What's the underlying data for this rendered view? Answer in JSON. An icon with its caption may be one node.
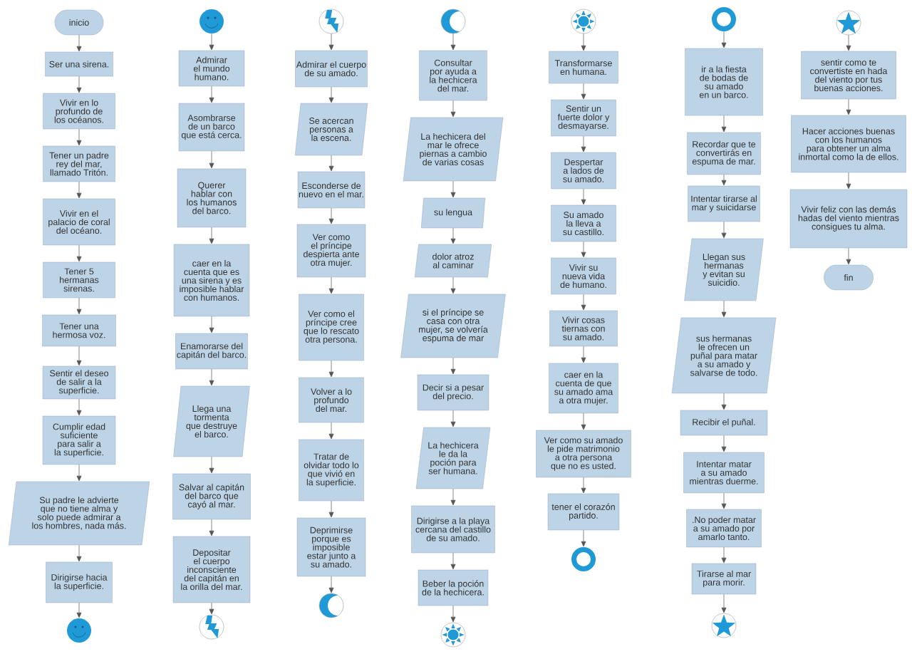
{
  "diagram": {
    "nodes": [
      {
        "text": [
          "inicio"
        ]
      },
      {
        "text": [
          "Ser una sirena."
        ]
      },
      {
        "text": [
          "Vivir en lo profundo de los océanos."
        ]
      },
      {
        "text": [
          "Tener un padre rey del mar, llamado Tritón."
        ]
      },
      {
        "text": [
          "Vivir en el palacio de coral del océano."
        ]
      },
      {
        "text": [
          "Tener 5 hermanas sirenas."
        ]
      },
      {
        "text": [
          "Tener una hermosa voz."
        ]
      },
      {
        "text": [
          "Sentir el deseo de salir a la superficie."
        ]
      },
      {
        "text": [
          "Cumplir edad suficiente para salir a la superficie."
        ]
      },
      {
        "text": [
          "Su padre le advierte que no tiene alma y solo puede admirar a los hombres, nada más."
        ]
      },
      {
        "text": [
          "Dirigirse hacia la superficie."
        ]
      },
      {
        "text": [],
        "shape": "smiley"
      },
      {
        "text": [],
        "shape": "smiley"
      },
      {
        "text": [
          "Admirar el mundo humano."
        ]
      },
      {
        "text": [
          "Asombrarse de un barco que está cerca."
        ]
      },
      {
        "text": [
          "Querer hablar con los humanos del barco."
        ]
      },
      {
        "text": [
          "caer en la cuenta que es una sirena y es imposible hablar con humanos."
        ]
      },
      {
        "text": [
          "Enamorarse del capitán del barco."
        ]
      },
      {
        "text": [
          "Llega una tormenta que destruye el barco."
        ]
      },
      {
        "text": [
          "Salvar al capitán del barco que cayó al mar."
        ]
      },
      {
        "text": [
          "Depositar el cuerpo inconsciente del capitán en la orilla del mar."
        ]
      },
      {
        "text": [],
        "shape": "lightning"
      },
      {
        "text": [],
        "shape": "lightning"
      },
      {
        "text": [
          "Admirar el cuerpo de su amado."
        ]
      },
      {
        "text": [
          "Se acercan personas a la escena."
        ]
      },
      {
        "text": [
          "Esconderse de nuevo en el mar."
        ]
      },
      {
        "text": [
          "Ver como el príncipe despierta ante otra mujer."
        ]
      },
      {
        "text": [
          "Ver como el príncipe cree que lo rescato otra persona."
        ]
      },
      {
        "text": [
          "Volver a lo profundo del mar."
        ]
      },
      {
        "text": [
          "Tratar de olvidar todo lo que vivió en la superficie."
        ]
      },
      {
        "text": [
          "Deprimirse porque es imposible estar junto a su amado."
        ]
      },
      {
        "text": [],
        "shape": "moon"
      },
      {
        "text": [],
        "shape": "moon"
      },
      {
        "text": [
          "Consultar por ayuda a la hechicera del mar."
        ]
      },
      {
        "text": [
          "La hechicera del mar le ofrece piernas a cambio de varias cosas"
        ]
      },
      {
        "text": [
          "su lengua"
        ]
      },
      {
        "text": [
          "dolor atroz al caminar"
        ]
      },
      {
        "text": [
          "si el príncipe se casa con otra mujer, se volvería espuma de mar"
        ]
      },
      {
        "text": [
          "Decir si a pesar del precio."
        ]
      },
      {
        "text": [
          "La hechicera le da la poción para ser humana."
        ]
      },
      {
        "text": [
          "Dirigirse a la playa cercana del castillo de su amado."
        ]
      },
      {
        "text": [
          "Beber la poción de la hechicera."
        ]
      },
      {
        "text": [],
        "shape": "sun"
      },
      {
        "text": [],
        "shape": "sun"
      },
      {
        "text": [
          "Transformarse en humana."
        ]
      },
      {
        "text": [
          "Sentir un fuerte dolor y desmayarse."
        ]
      },
      {
        "text": [
          "Despertar a lados de su amado."
        ]
      },
      {
        "text": [
          "Su amado la lleva a su castillo."
        ]
      },
      {
        "text": [
          "Vivir su nueva vida de humano."
        ]
      },
      {
        "text": [
          "Vivir cosas tiernas con su amado."
        ]
      },
      {
        "text": [
          "caer en la cuenta de que su amado ama a otra mujer."
        ]
      },
      {
        "text": [
          "Ver como su amado le pide matrimonio a otra persona que no es usted."
        ]
      },
      {
        "text": [
          "tener el corazón partido."
        ]
      },
      {
        "text": [],
        "shape": "ring"
      },
      {
        "text": [],
        "shape": "ring"
      },
      {
        "text": [
          "ir a la fiesta de bodas de su amado en un barco."
        ]
      },
      {
        "text": [
          "Recordar que te convertirás en espuma de mar."
        ]
      },
      {
        "text": [
          "Intentar tirarse al mar y suicidarse"
        ]
      },
      {
        "text": [
          "Llegan sus hermanas y evitan su suicidio."
        ]
      },
      {
        "text": [
          "sus hermanas le ofrecen un puñal para matar a su amado y salvarse de todo."
        ]
      },
      {
        "text": [
          "Recibir el puñal."
        ]
      },
      {
        "text": [
          "Intentar matar a su amado mientras duerme."
        ]
      },
      {
        "text": [
          ".No poder matar a su amado por amarlo tanto."
        ]
      },
      {
        "text": [
          "Tirarse al mar para morir."
        ]
      },
      {
        "text": [],
        "shape": "star"
      },
      {
        "text": [],
        "shape": "star"
      },
      {
        "text": [
          "sentir como te convertiste en hada del viento por tus buenas acciones."
        ]
      },
      {
        "text": [
          "Hacer acciones buenas con los humanos para obtener un alma inmortal como la de ellos."
        ]
      },
      {
        "text": [
          "Vivir feliz con las demás hadas del viento mientras consigues tu alma."
        ]
      },
      {
        "text": [
          "fin"
        ]
      }
    ],
    "edges": [
      {
        "from": 0,
        "to": 1,
        "arrow": "to"
      },
      {
        "from": 1,
        "to": 2,
        "arrow": "to"
      },
      {
        "from": 2,
        "to": 3,
        "arrow": "to"
      },
      {
        "from": 3,
        "to": 4,
        "arrow": "to"
      },
      {
        "from": 4,
        "to": 5,
        "arrow": "to"
      },
      {
        "from": 5,
        "to": 6,
        "arrow": "to"
      },
      {
        "from": 6,
        "to": 7,
        "arrow": "to"
      },
      {
        "from": 7,
        "to": 8,
        "arrow": "to"
      },
      {
        "from": 8,
        "to": 9,
        "arrow": "to"
      },
      {
        "from": 9,
        "to": 10,
        "arrow": "to"
      },
      {
        "from": 10,
        "to": 11,
        "arrow": "to"
      },
      {
        "from": 12,
        "to": 13,
        "arrow": "to"
      },
      {
        "from": 13,
        "to": 14,
        "arrow": "to"
      },
      {
        "from": 14,
        "to": 15,
        "arrow": "to"
      },
      {
        "from": 15,
        "to": 16,
        "arrow": "to"
      },
      {
        "from": 16,
        "to": 17,
        "arrow": "to"
      },
      {
        "from": 17,
        "to": 18,
        "arrow": "to"
      },
      {
        "from": 18,
        "to": 19,
        "arrow": "to"
      },
      {
        "from": 19,
        "to": 20,
        "arrow": "to"
      },
      {
        "from": 20,
        "to": 21,
        "arrow": "to"
      },
      {
        "from": 22,
        "to": 23,
        "arrow": "to"
      },
      {
        "from": 23,
        "to": 24,
        "arrow": "to"
      },
      {
        "from": 24,
        "to": 25,
        "arrow": "to"
      },
      {
        "from": 25,
        "to": 26,
        "arrow": "to"
      },
      {
        "from": 26,
        "to": 27,
        "arrow": "to"
      },
      {
        "from": 27,
        "to": 28,
        "arrow": "to"
      },
      {
        "from": 28,
        "to": 29,
        "arrow": "to"
      },
      {
        "from": 29,
        "to": 30,
        "arrow": "to"
      },
      {
        "from": 30,
        "to": 31,
        "arrow": "to"
      },
      {
        "from": 32,
        "to": 33,
        "arrow": "to"
      },
      {
        "from": 33,
        "to": 34,
        "arrow": "to"
      },
      {
        "from": 34,
        "to": 35,
        "arrow": "to"
      },
      {
        "from": 35,
        "to": 36,
        "arrow": "to"
      },
      {
        "from": 36,
        "to": 37,
        "arrow": "to"
      },
      {
        "from": 37,
        "to": 38,
        "arrow": "to"
      },
      {
        "from": 38,
        "to": 39,
        "arrow": "to"
      },
      {
        "from": 39,
        "to": 40,
        "arrow": "to"
      },
      {
        "from": 40,
        "to": 41,
        "arrow": "to"
      },
      {
        "from": 41,
        "to": 42,
        "arrow": "to"
      },
      {
        "from": 43,
        "to": 44,
        "arrow": "to"
      },
      {
        "from": 44,
        "to": 45,
        "arrow": "to"
      },
      {
        "from": 45,
        "to": 46,
        "arrow": "to"
      },
      {
        "from": 46,
        "to": 47,
        "arrow": "to"
      },
      {
        "from": 47,
        "to": 48,
        "arrow": "to"
      },
      {
        "from": 48,
        "to": 49,
        "arrow": "to"
      },
      {
        "from": 49,
        "to": 50,
        "arrow": "to"
      },
      {
        "from": 50,
        "to": 51,
        "arrow": "to"
      },
      {
        "from": 51,
        "to": 52,
        "arrow": "to"
      },
      {
        "from": 52,
        "to": 53,
        "arrow": "to"
      },
      {
        "from": 54,
        "to": 55,
        "arrow": "to"
      },
      {
        "from": 55,
        "to": 56,
        "arrow": "to"
      },
      {
        "from": 56,
        "to": 57,
        "arrow": "to"
      },
      {
        "from": 57,
        "to": 58,
        "arrow": "to"
      },
      {
        "from": 58,
        "to": 59,
        "arrow": "to"
      },
      {
        "from": 59,
        "to": 60,
        "arrow": "to"
      },
      {
        "from": 60,
        "to": 61,
        "arrow": "to"
      },
      {
        "from": 61,
        "to": 62,
        "arrow": "to"
      },
      {
        "from": 62,
        "to": 63,
        "arrow": "to"
      },
      {
        "from": 63,
        "to": 64,
        "arrow": "to"
      },
      {
        "from": 65,
        "to": 66,
        "arrow": "to"
      },
      {
        "from": 66,
        "to": 67,
        "arrow": "to"
      },
      {
        "from": 67,
        "to": 68,
        "arrow": "to"
      },
      {
        "from": 68,
        "to": 69,
        "arrow": "to"
      }
    ]
  }
}
